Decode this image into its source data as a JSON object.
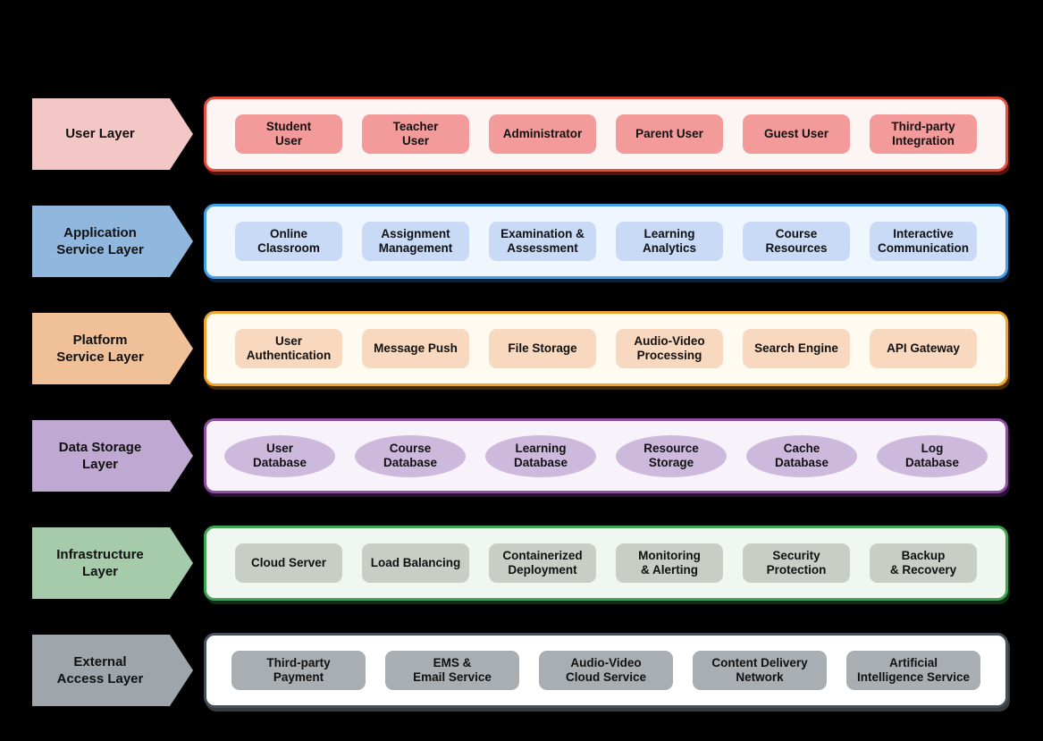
{
  "background": "#000000",
  "text_color": "#111111",
  "layers": [
    {
      "label": "User Layer",
      "item_shape": "rounded-rect",
      "colors": {
        "accent": "#E5503C",
        "arrow_fill": "#F2C7C5",
        "container_bg": "#FDF4F4",
        "item_fill": "#F39B9B"
      },
      "items": [
        "Student\nUser",
        "Teacher\nUser",
        "Administrator",
        "Parent User",
        "Guest User",
        "Third-party\nIntegration"
      ]
    },
    {
      "label": "Application\nService Layer",
      "item_shape": "rounded-rect",
      "colors": {
        "accent": "#42A0E8",
        "arrow_fill": "#90B8DE",
        "container_bg": "#EFF6FE",
        "item_fill": "#C9DAF6"
      },
      "items": [
        "Online\nClassroom",
        "Assignment\nManagement",
        "Examination &\nAssessment",
        "Learning\nAnalytics",
        "Course\nResources",
        "Interactive\nCommunication"
      ]
    },
    {
      "label": "Platform\nService Layer",
      "item_shape": "rounded-rect",
      "colors": {
        "accent": "#F2A32B",
        "arrow_fill": "#F0C099",
        "container_bg": "#FFFBF0",
        "item_fill": "#F8D8BE"
      },
      "items": [
        "User\nAuthentication",
        "Message Push",
        "File Storage",
        "Audio-Video\nProcessing",
        "Search Engine",
        "API Gateway"
      ]
    },
    {
      "label": "Data Storage\nLayer",
      "item_shape": "ellipse",
      "colors": {
        "accent": "#8E4FA3",
        "arrow_fill": "#BFA8D1",
        "container_bg": "#F8F3FA",
        "item_fill": "#CDB9DC"
      },
      "items": [
        "User\nDatabase",
        "Course\nDatabase",
        "Learning\nDatabase",
        "Resource\nStorage",
        "Cache\nDatabase",
        "Log\nDatabase"
      ]
    },
    {
      "label": "Infrastructure\nLayer",
      "item_shape": "rounded-rect",
      "colors": {
        "accent": "#41A352",
        "arrow_fill": "#A6CBAA",
        "container_bg": "#EFF7F0",
        "item_fill": "#C8CEC6"
      },
      "items": [
        "Cloud Server",
        "Load Balancing",
        "Containerized\nDeployment",
        "Monitoring\n& Alerting",
        "Security\nProtection",
        "Backup\n& Recovery"
      ]
    },
    {
      "label": "External\nAccess Layer",
      "item_shape": "rounded-rect",
      "colors": {
        "accent": "#46505A",
        "arrow_fill": "#9EA5AB",
        "container_bg": "#FFFFFF",
        "item_fill": "#A9AEB3"
      },
      "items": [
        "Third-party\nPayment",
        "EMS &\nEmail Service",
        "Audio-Video\nCloud Service",
        "Content Delivery\nNetwork",
        "Artificial\nIntelligence Service"
      ]
    }
  ]
}
